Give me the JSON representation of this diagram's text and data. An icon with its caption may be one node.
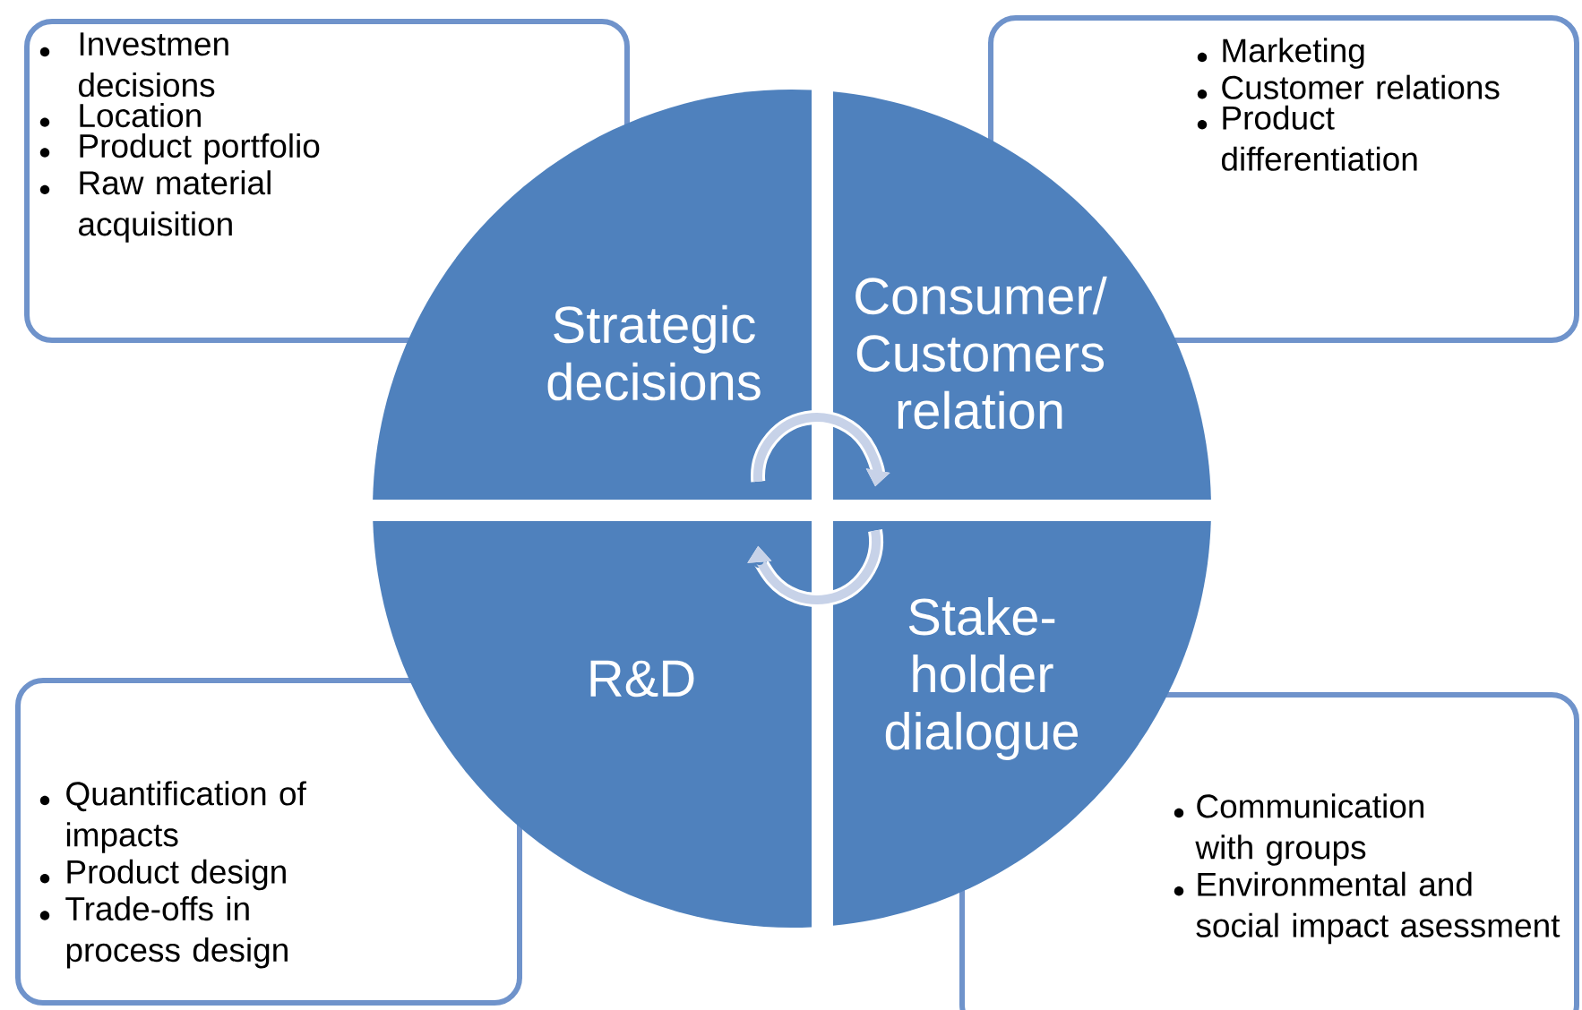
{
  "diagram": {
    "nodes": [
      {
        "text": [
          "Investmen decisions",
          "Location",
          "Product portfolio",
          "Raw material acquisition"
        ]
      },
      {
        "text": [
          "Marketing",
          "Customer relations",
          "Product differentiation"
        ]
      },
      {
        "text": [
          "Strategic decisions"
        ]
      },
      {
        "text": [
          "Consumer/ Customers relation"
        ]
      },
      {
        "text": [
          "R&D"
        ]
      },
      {
        "text": [
          "Stake- holder dialogue"
        ]
      },
      {
        "text": [
          "Quantification of impacts",
          "Product design",
          "Trade-offs in process design"
        ]
      },
      {
        "text": [
          "Communication with groups",
          "Environmental and social impact asessment"
        ]
      }
    ],
    "edges": [
      {
        "from": 2,
        "to": 3,
        "arrow": "to"
      },
      {
        "from": 5,
        "to": 4,
        "arrow": "to"
      }
    ]
  }
}
